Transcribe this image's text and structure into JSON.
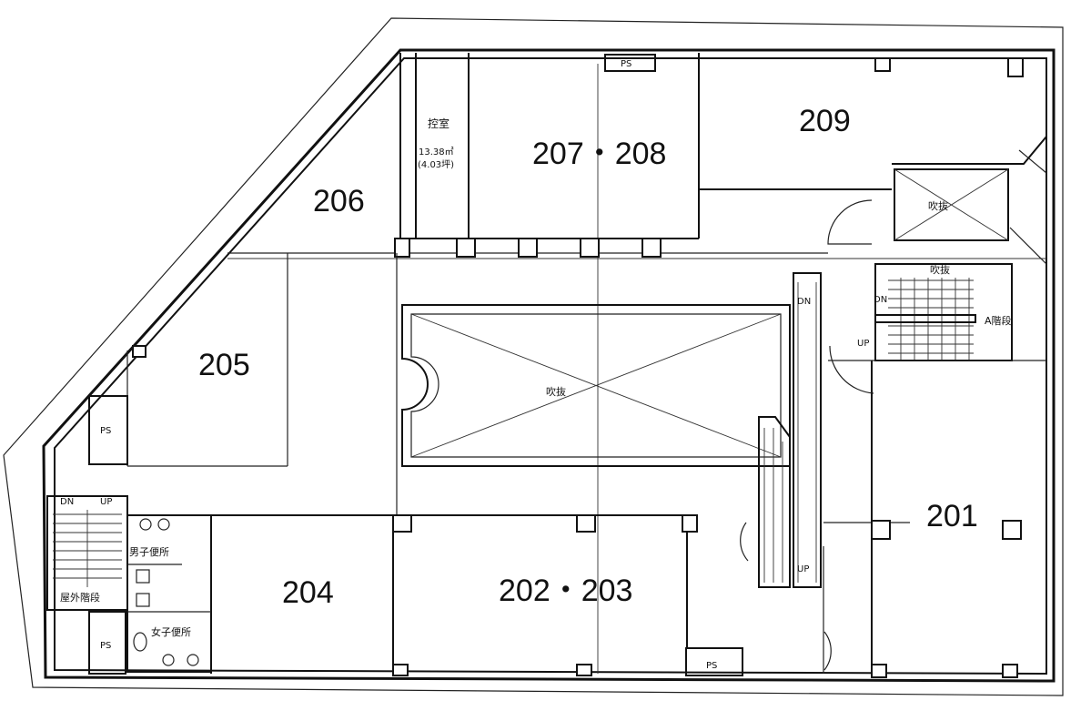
{
  "rooms": {
    "r201": "201",
    "r202_203": "202・203",
    "r204": "204",
    "r205": "205",
    "r206": "206",
    "r207_208": "207・208",
    "r209": "209"
  },
  "control_room": {
    "name": "控室",
    "area_sqm": "13.38㎡",
    "area_tsubo": "(4.03坪)"
  },
  "voids": {
    "atrium": "吹抜",
    "upper_right": "吹抜",
    "stair_top": "吹抜"
  },
  "stairs": {
    "a_stair": "A階段",
    "outdoor_stair": "屋外階段",
    "dn": "DN",
    "up": "UP"
  },
  "restrooms": {
    "mens": "男子便所",
    "womens": "女子便所"
  },
  "ps_label": "PS"
}
